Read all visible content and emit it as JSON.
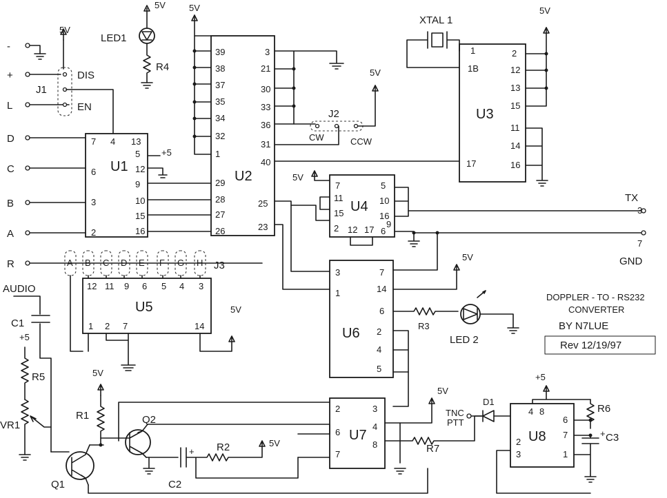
{
  "labels": {
    "v5": "5V",
    "plus5": "+5",
    "led1": "LED1",
    "led2": "LED 2",
    "r1": "R1",
    "r2": "R2",
    "r3": "R3",
    "r4": "R4",
    "r5": "R5",
    "r6": "R6",
    "r7": "R7",
    "vr1": "VR1",
    "c1": "C1",
    "c2": "C2",
    "c3": "C3",
    "q1": "Q1",
    "q2": "Q2",
    "d1": "D1",
    "j1": "J1",
    "j2": "J2",
    "j3": "J3",
    "xtal1": "XTAL 1",
    "dis": "DIS",
    "en": "EN",
    "cw": "CW",
    "ccw": "CCW",
    "audio": "AUDIO",
    "tx": "TX",
    "tx_pin": "3",
    "gnd": "GND",
    "gnd_pin": "7",
    "tnc_ptt_line1": "TNC",
    "tnc_ptt_line2": "PTT",
    "plus_sign": "+"
  },
  "inputs": [
    "-",
    "+",
    "L",
    "D",
    "C",
    "B",
    "A",
    "R"
  ],
  "j3_pins": [
    "A",
    "B",
    "C",
    "D",
    "E",
    "F",
    "G",
    "H"
  ],
  "ics": {
    "u1": {
      "name": "U1",
      "pins_top": [
        "7",
        "4",
        "13"
      ],
      "pins_left": [
        "6",
        "3",
        "2"
      ],
      "pins_right": [
        "5",
        "12",
        "9",
        "10",
        "15",
        "16"
      ]
    },
    "u2": {
      "name": "U2",
      "pins_left": [
        "39",
        "38",
        "37",
        "35",
        "34",
        "32",
        "1",
        "29",
        "28",
        "27",
        "26"
      ],
      "pins_right": [
        "3",
        "21",
        "30",
        "33",
        "36",
        "31",
        "40",
        "25",
        "23"
      ]
    },
    "u3": {
      "name": "U3",
      "pins_left": [
        "1",
        "1B",
        "17"
      ],
      "pins_right": [
        "2",
        "12",
        "13",
        "15",
        "11",
        "14",
        "16"
      ]
    },
    "u4": {
      "name": "U4",
      "pins_left": [
        "7",
        "11",
        "15",
        "2"
      ],
      "pins_bottom": [
        "12",
        "17"
      ],
      "pins_right": [
        "5",
        "10",
        "16",
        "6",
        "9"
      ]
    },
    "u5": {
      "name": "U5",
      "pins_top": [
        "12",
        "11",
        "9",
        "6",
        "5",
        "4",
        "3"
      ],
      "pins_bottom": [
        "1",
        "2",
        "7",
        "14"
      ]
    },
    "u6": {
      "name": "U6",
      "pins_left": [
        "3",
        "1"
      ],
      "pins_right": [
        "7",
        "14",
        "6",
        "2",
        "4",
        "5"
      ]
    },
    "u7": {
      "name": "U7",
      "pins_left": [
        "2",
        "6",
        "7"
      ],
      "pins_right": [
        "3",
        "4",
        "8"
      ]
    },
    "u8": {
      "name": "U8",
      "pins_top": [
        "4",
        "8"
      ],
      "pins_left": [
        "2",
        "3"
      ],
      "pins_right": [
        "6",
        "7",
        "1"
      ]
    }
  },
  "title_block": {
    "line1": "DOPPLER - TO - RS232",
    "line2": "CONVERTER",
    "line3": "BY N7LUE",
    "line4": "Rev 12/19/97"
  }
}
